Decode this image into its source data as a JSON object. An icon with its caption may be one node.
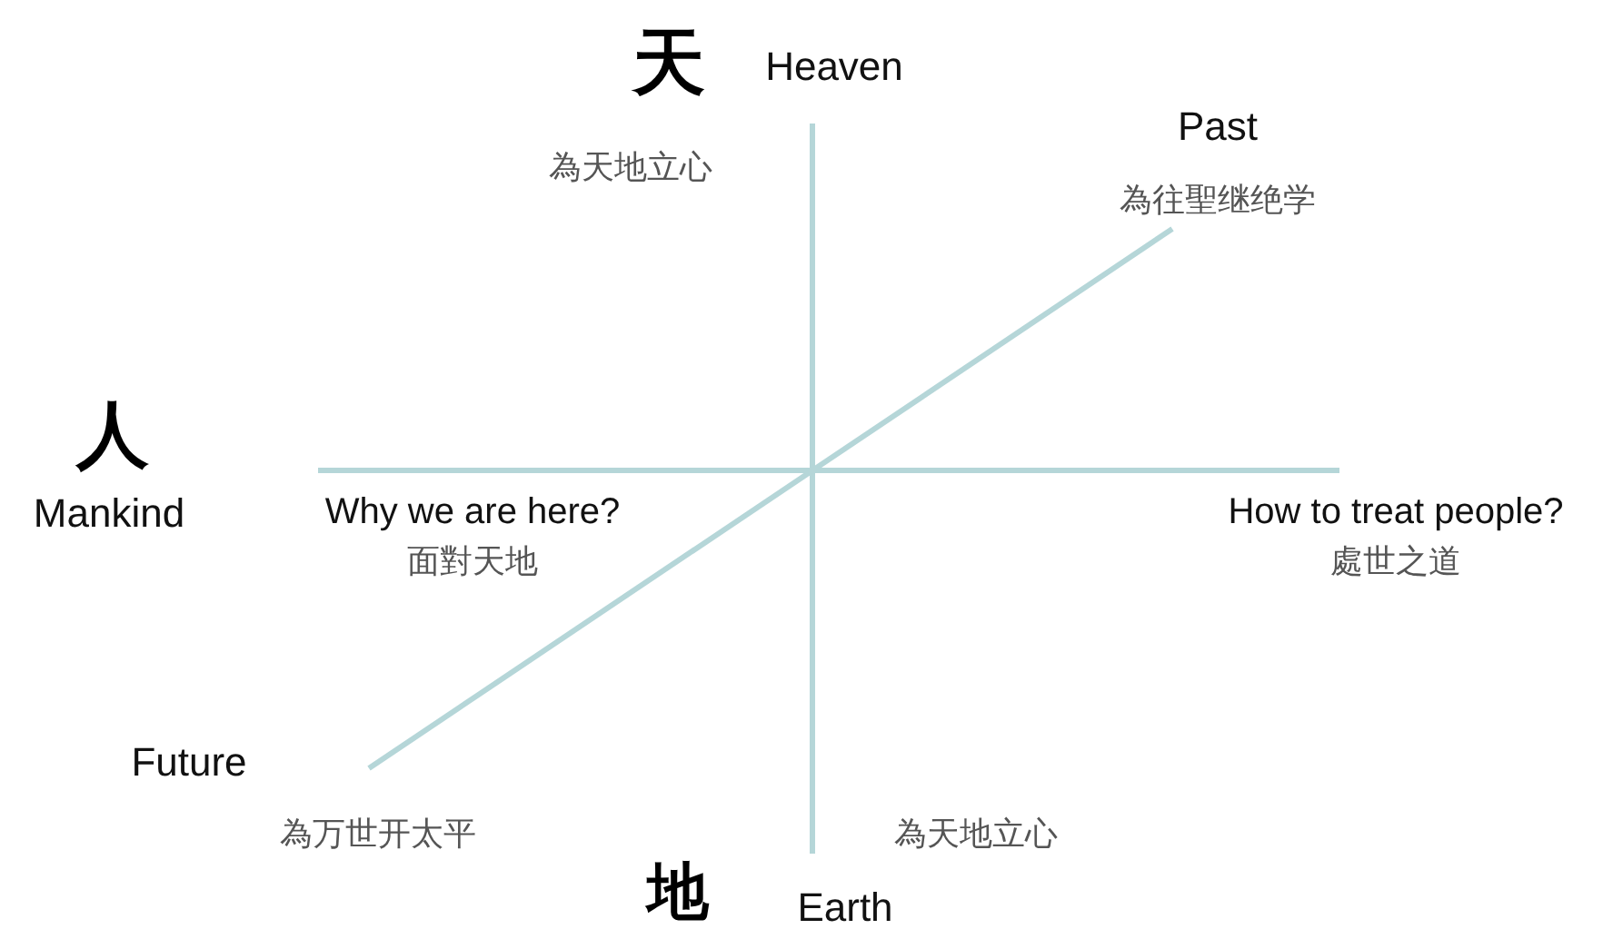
{
  "diagram": {
    "labels": [
      "天",
      "Heaven",
      "為天地立心",
      "Past",
      "為往聖继绝学",
      "人",
      "Mankind",
      "Why we are here?",
      "面對天地",
      "How to treat people?",
      "處世之道",
      "Future",
      "為万世开太平",
      "為天地立心",
      "地",
      "Earth"
    ]
  }
}
